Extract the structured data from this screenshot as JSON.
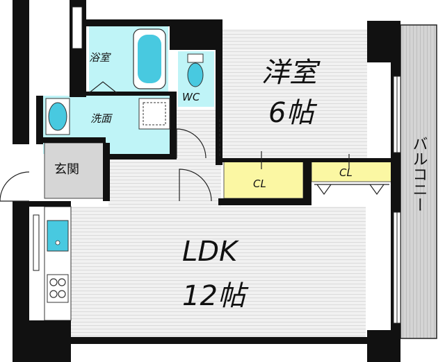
{
  "colors": {
    "floor": "#f1f1f1",
    "floor_line": "#dadada",
    "wet_area": "#bff4f7",
    "wet_fixture": "#48c9e0",
    "closet": "#fbf7a3",
    "entry": "#d6d6d6",
    "balcony": "#d4d4d4",
    "wall": "#111111"
  },
  "rooms": {
    "bath": "浴室",
    "wc": "WC",
    "washroom": "洗面",
    "entrance": "玄関",
    "western_room_name": "洋室",
    "western_room_size": "6帖",
    "closet_1": "CL",
    "closet_2": "CL",
    "ldk_name": "LDK",
    "ldk_size": "12帖",
    "balcony": "バルコニー"
  },
  "icons": [
    "bathtub-icon",
    "toilet-icon",
    "washbasin-icon",
    "sink-icon",
    "stove-icon",
    "door-swing-icon"
  ]
}
